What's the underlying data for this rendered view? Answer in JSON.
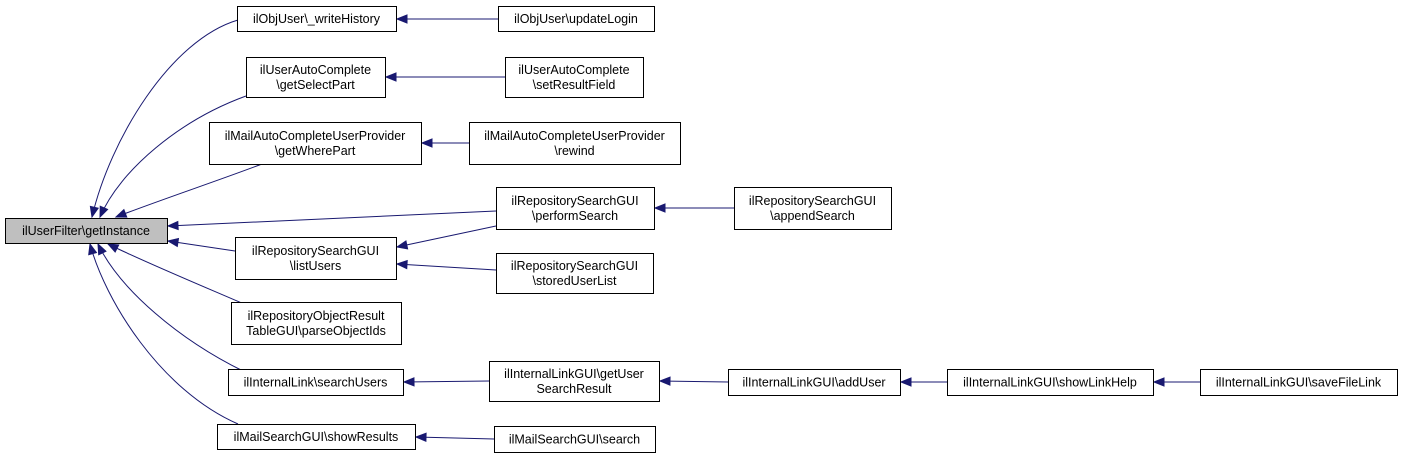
{
  "diagram": {
    "type": "call-graph",
    "colors": {
      "edge": "#191970",
      "root_fill": "#bfbfbf",
      "node_fill": "#ffffff",
      "border": "#000000"
    },
    "nodes": [
      {
        "id": "getInstance",
        "lines": [
          "ilUserFilter\\getInstance"
        ],
        "root": true
      },
      {
        "id": "writeHistory",
        "lines": [
          "ilObjUser\\_writeHistory"
        ]
      },
      {
        "id": "updateLogin",
        "lines": [
          "ilObjUser\\updateLogin"
        ]
      },
      {
        "id": "getSelectPart",
        "lines": [
          "ilUserAutoComplete",
          "\\getSelectPart"
        ]
      },
      {
        "id": "setResultField",
        "lines": [
          "ilUserAutoComplete",
          "\\setResultField"
        ]
      },
      {
        "id": "getWherePart",
        "lines": [
          "ilMailAutoCompleteUserProvider",
          "\\getWherePart"
        ]
      },
      {
        "id": "rewind",
        "lines": [
          "ilMailAutoCompleteUserProvider",
          "\\rewind"
        ]
      },
      {
        "id": "performSearch",
        "lines": [
          "ilRepositorySearchGUI",
          "\\performSearch"
        ]
      },
      {
        "id": "appendSearch",
        "lines": [
          "ilRepositorySearchGUI",
          "\\appendSearch"
        ]
      },
      {
        "id": "listUsers",
        "lines": [
          "ilRepositorySearchGUI",
          "\\listUsers"
        ]
      },
      {
        "id": "storedUserList",
        "lines": [
          "ilRepositorySearchGUI",
          "\\storedUserList"
        ]
      },
      {
        "id": "parseObjectIds",
        "lines": [
          "ilRepositoryObjectResult",
          "TableGUI\\parseObjectIds"
        ]
      },
      {
        "id": "searchUsers",
        "lines": [
          "ilInternalLink\\searchUsers"
        ]
      },
      {
        "id": "getUserSearchResult",
        "lines": [
          "ilInternalLinkGUI\\getUser",
          "SearchResult"
        ]
      },
      {
        "id": "addUser",
        "lines": [
          "ilInternalLinkGUI\\addUser"
        ]
      },
      {
        "id": "showLinkHelp",
        "lines": [
          "ilInternalLinkGUI\\showLinkHelp"
        ]
      },
      {
        "id": "saveFileLink",
        "lines": [
          "ilInternalLinkGUI\\saveFileLink"
        ]
      },
      {
        "id": "showResults",
        "lines": [
          "ilMailSearchGUI\\showResults"
        ]
      },
      {
        "id": "search",
        "lines": [
          "ilMailSearchGUI\\search"
        ]
      }
    ],
    "edges": [
      {
        "from": "writeHistory",
        "to": "getInstance"
      },
      {
        "from": "getSelectPart",
        "to": "getInstance"
      },
      {
        "from": "getWherePart",
        "to": "getInstance"
      },
      {
        "from": "performSearch",
        "to": "getInstance"
      },
      {
        "from": "listUsers",
        "to": "getInstance"
      },
      {
        "from": "parseObjectIds",
        "to": "getInstance"
      },
      {
        "from": "searchUsers",
        "to": "getInstance"
      },
      {
        "from": "showResults",
        "to": "getInstance"
      },
      {
        "from": "updateLogin",
        "to": "writeHistory"
      },
      {
        "from": "setResultField",
        "to": "getSelectPart"
      },
      {
        "from": "rewind",
        "to": "getWherePart"
      },
      {
        "from": "appendSearch",
        "to": "performSearch"
      },
      {
        "from": "performSearch",
        "to": "listUsers"
      },
      {
        "from": "storedUserList",
        "to": "listUsers"
      },
      {
        "from": "getUserSearchResult",
        "to": "searchUsers"
      },
      {
        "from": "addUser",
        "to": "getUserSearchResult"
      },
      {
        "from": "showLinkHelp",
        "to": "addUser"
      },
      {
        "from": "saveFileLink",
        "to": "showLinkHelp"
      },
      {
        "from": "search",
        "to": "showResults"
      }
    ]
  }
}
